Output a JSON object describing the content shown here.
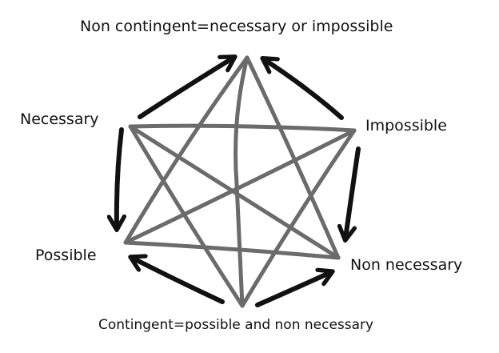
{
  "labels": {
    "top": "Non contingent=necessary or impossible",
    "necessary": "Necessary",
    "impossible": "Impossible",
    "possible": "Possible",
    "non_necessary": "Non necessary",
    "bottom": "Contingent=possible and non necessary"
  },
  "colors": {
    "lines": "#6b6b6b",
    "arrows": "#111111"
  }
}
